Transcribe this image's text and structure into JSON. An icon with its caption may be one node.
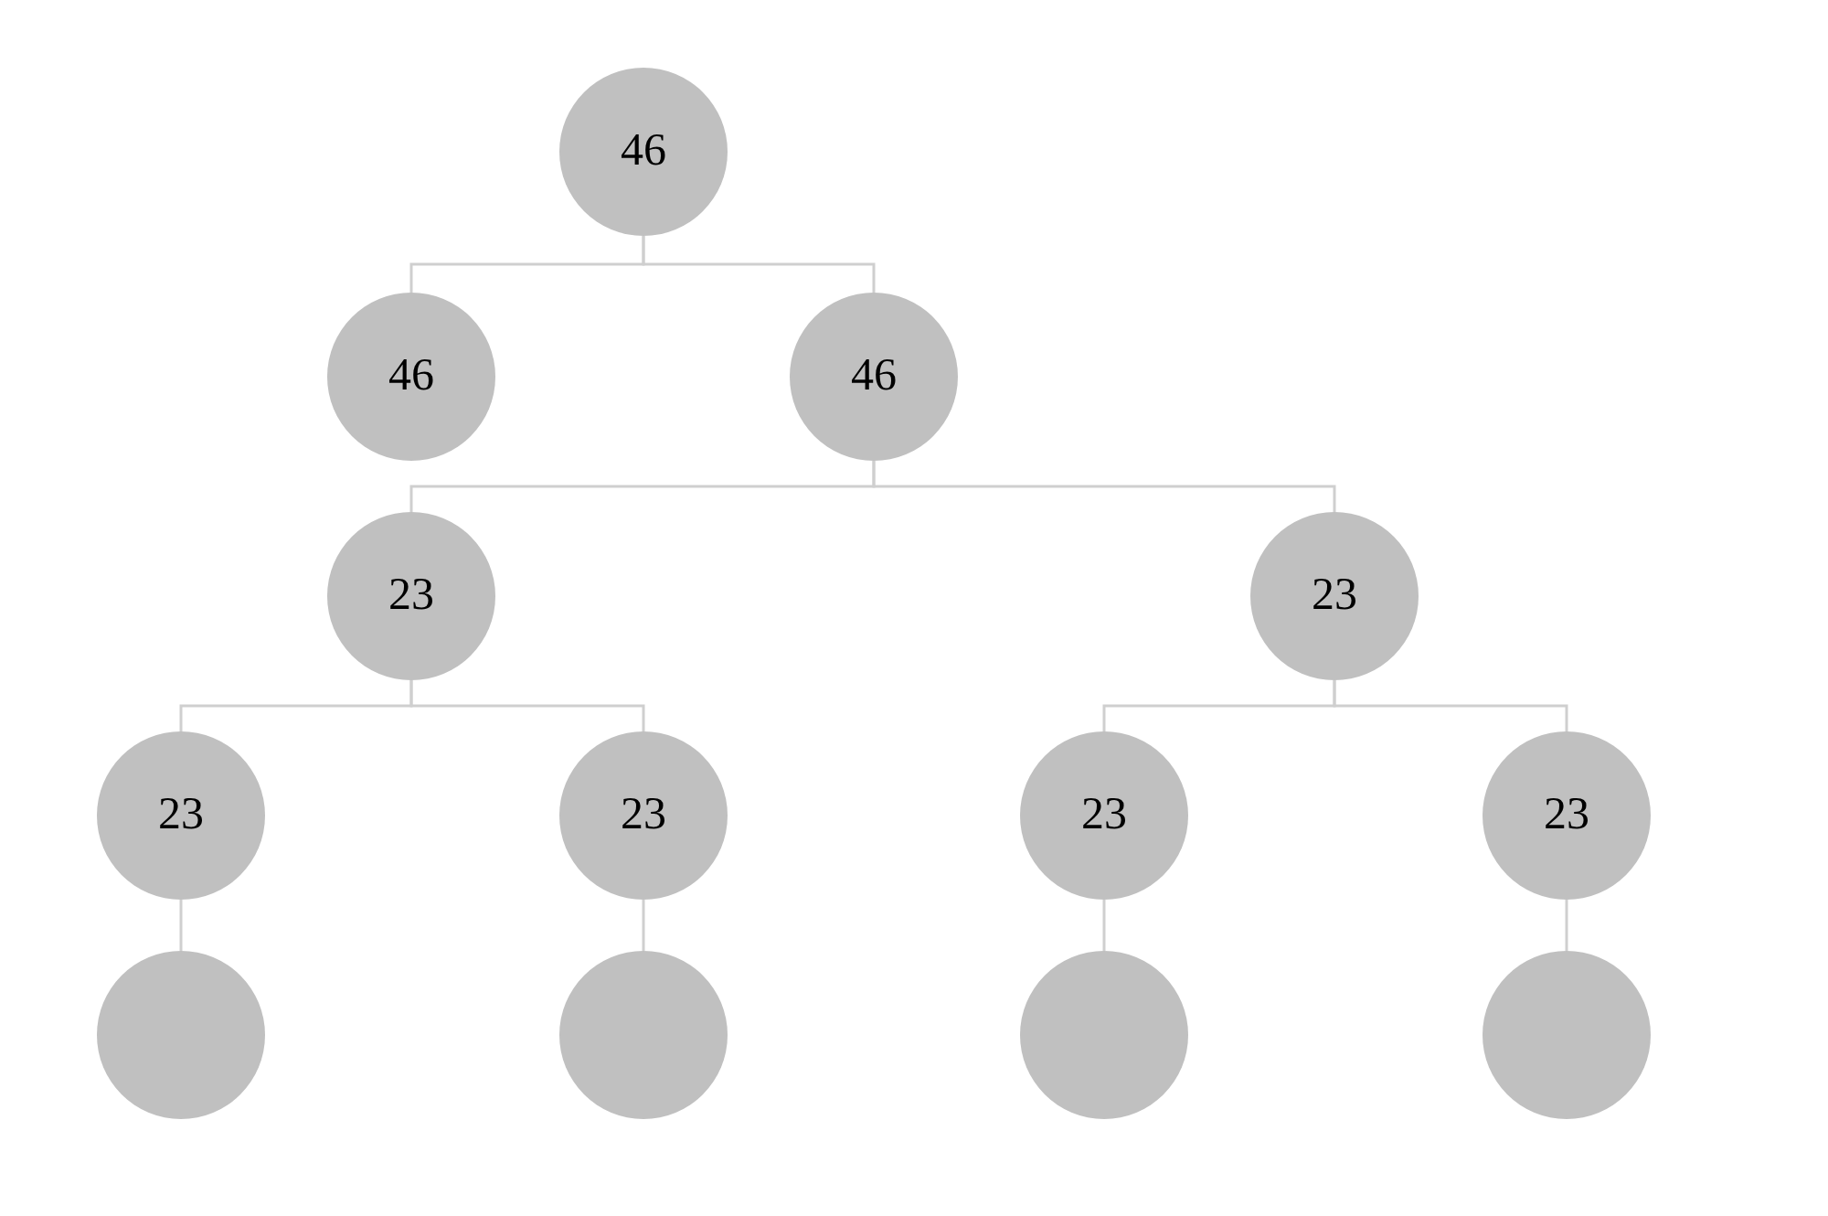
{
  "diagram": {
    "nodes": [
      {
        "text": [
          "46"
        ]
      },
      {
        "text": [
          "46"
        ]
      },
      {
        "text": [
          "46"
        ]
      },
      {
        "text": [
          "23"
        ]
      },
      {
        "text": [
          "23"
        ]
      },
      {
        "text": [
          "23"
        ]
      },
      {
        "text": [
          "23"
        ]
      },
      {
        "text": [
          "23"
        ]
      },
      {
        "text": [
          "23"
        ]
      },
      {
        "text": [],
        "shape": "circle"
      },
      {
        "text": [],
        "shape": "circle"
      },
      {
        "text": [],
        "shape": "circle"
      },
      {
        "text": [],
        "shape": "circle"
      }
    ],
    "edges": [
      {
        "from": 0,
        "to": 1,
        "arrow": "none"
      },
      {
        "from": 0,
        "to": 2,
        "arrow": "none"
      },
      {
        "from": 2,
        "to": 3,
        "arrow": "none"
      },
      {
        "from": 2,
        "to": 4,
        "arrow": "none"
      },
      {
        "from": 3,
        "to": 5,
        "arrow": "none"
      },
      {
        "from": 3,
        "to": 6,
        "arrow": "none"
      },
      {
        "from": 4,
        "to": 7,
        "arrow": "none"
      },
      {
        "from": 4,
        "to": 8,
        "arrow": "none"
      },
      {
        "from": 5,
        "to": 9,
        "arrow": "none"
      },
      {
        "from": 6,
        "to": 10,
        "arrow": "none"
      },
      {
        "from": 7,
        "to": 11,
        "arrow": "none"
      },
      {
        "from": 8,
        "to": 12,
        "arrow": "none"
      }
    ]
  }
}
